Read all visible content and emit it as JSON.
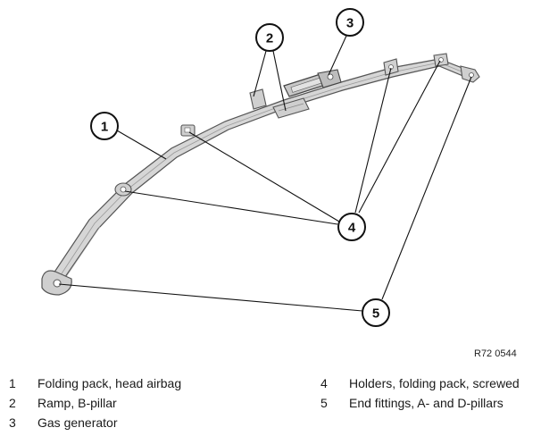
{
  "figure": {
    "reference_code": "R72 0544"
  },
  "callouts": [
    {
      "id": "1",
      "label": "1"
    },
    {
      "id": "2",
      "label": "2"
    },
    {
      "id": "3",
      "label": "3"
    },
    {
      "id": "4",
      "label": "4"
    },
    {
      "id": "5",
      "label": "5"
    }
  ],
  "legend": {
    "left": [
      {
        "number": "1",
        "text": "Folding pack, head airbag"
      },
      {
        "number": "2",
        "text": "Ramp, B-pillar"
      },
      {
        "number": "3",
        "text": "Gas generator"
      }
    ],
    "right": [
      {
        "number": "4",
        "text": "Holders, folding pack, screwed"
      },
      {
        "number": "5",
        "text": "End fittings, A- and D-pillars"
      }
    ]
  },
  "colors": {
    "airbag_fill": "#d6d6d6",
    "airbag_outline": "#555555",
    "line": "#111111"
  }
}
